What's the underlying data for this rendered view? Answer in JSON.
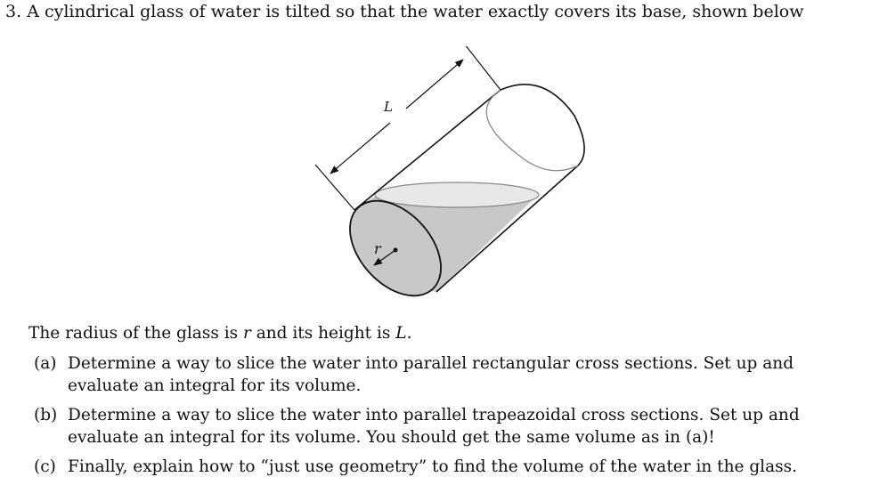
{
  "problem": {
    "number": "3.",
    "statement": "A cylindrical glass of water is tilted so that the water exactly covers its base, shown below"
  },
  "figure": {
    "length_label": "L",
    "radius_label": "r"
  },
  "description": {
    "before_r": "The radius of the glass is ",
    "r": "r",
    "middle": " and its height is ",
    "L": "L",
    "end": "."
  },
  "parts": [
    {
      "label": "(a)",
      "text": "Determine a way to slice the water into parallel rectangular cross sections. Set up and evaluate an integral for its volume."
    },
    {
      "label": "(b)",
      "text": "Determine a way to slice the water into parallel trapeazoidal cross sections. Set up and evaluate an integral for its volume. You should get the same volume as in (a)!"
    },
    {
      "label": "(c)",
      "text": "Finally, explain how to “just use geometry” to find the volume of the water in the glass."
    }
  ]
}
